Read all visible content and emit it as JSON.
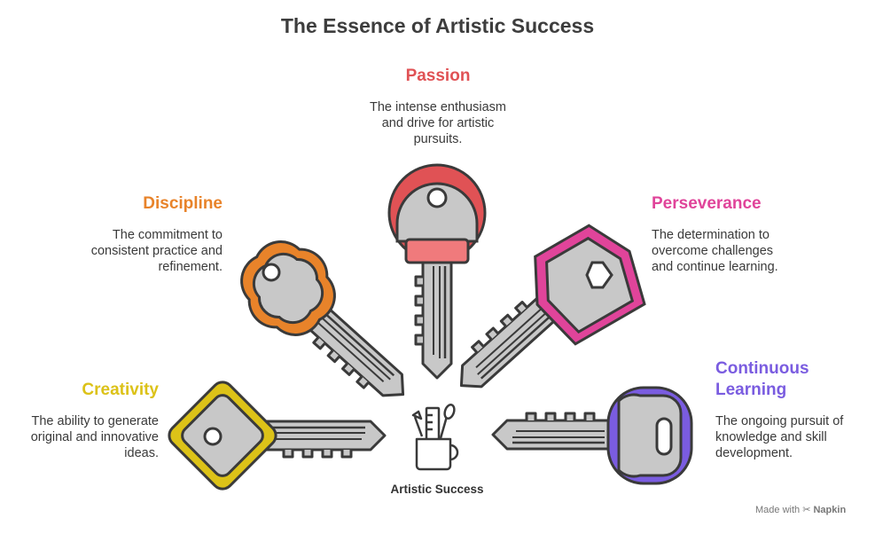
{
  "title": "The Essence of Artistic Success",
  "center": {
    "label": "Artistic Success",
    "icon": "art-supplies-cup-icon"
  },
  "keys": [
    {
      "id": "passion",
      "heading": "Passion",
      "description_lines": [
        "The intense enthusiasm",
        "and drive for artistic",
        "pursuits."
      ],
      "color": "#e05255"
    },
    {
      "id": "discipline",
      "heading": "Discipline",
      "description_lines": [
        "The commitment to",
        "consistent practice and",
        "refinement."
      ],
      "color": "#e8832a"
    },
    {
      "id": "perseverance",
      "heading": "Perseverance",
      "description_lines": [
        "The determination to",
        "overcome challenges",
        "and continue learning."
      ],
      "color": "#e0449a"
    },
    {
      "id": "creativity",
      "heading": "Creativity",
      "description_lines": [
        "The ability to generate",
        "original and innovative",
        "ideas."
      ],
      "color": "#dcc218"
    },
    {
      "id": "learning",
      "heading_lines": [
        "Continuous",
        "Learning"
      ],
      "description_lines": [
        "The ongoing pursuit of",
        "knowledge and skill",
        "development."
      ],
      "color": "#7a5ce0"
    }
  ],
  "footer": {
    "made_with": "Made with",
    "brand": "Napkin"
  }
}
